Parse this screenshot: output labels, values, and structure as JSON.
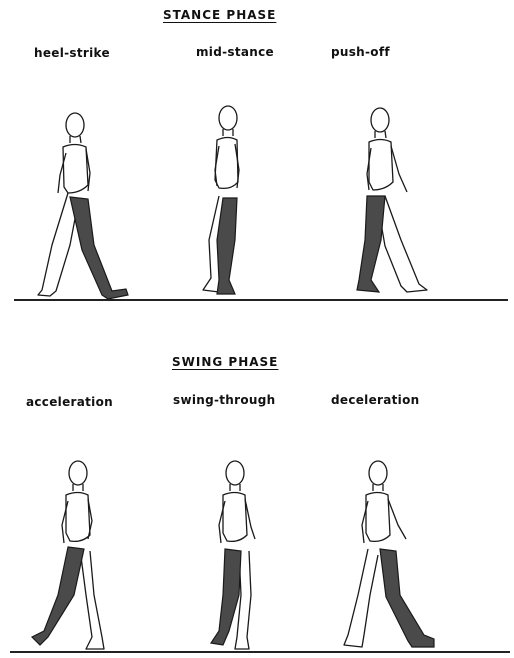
{
  "stance": {
    "title": "STANCE PHASE",
    "labels": [
      "heel-strike",
      "mid-stance",
      "push-off"
    ]
  },
  "swing": {
    "title": "SWING PHASE",
    "labels": [
      "acceleration",
      "swing-through",
      "deceleration"
    ]
  },
  "colors": {
    "shaded_limb": "#4a4a4a",
    "outline": "#1a1a1a"
  }
}
